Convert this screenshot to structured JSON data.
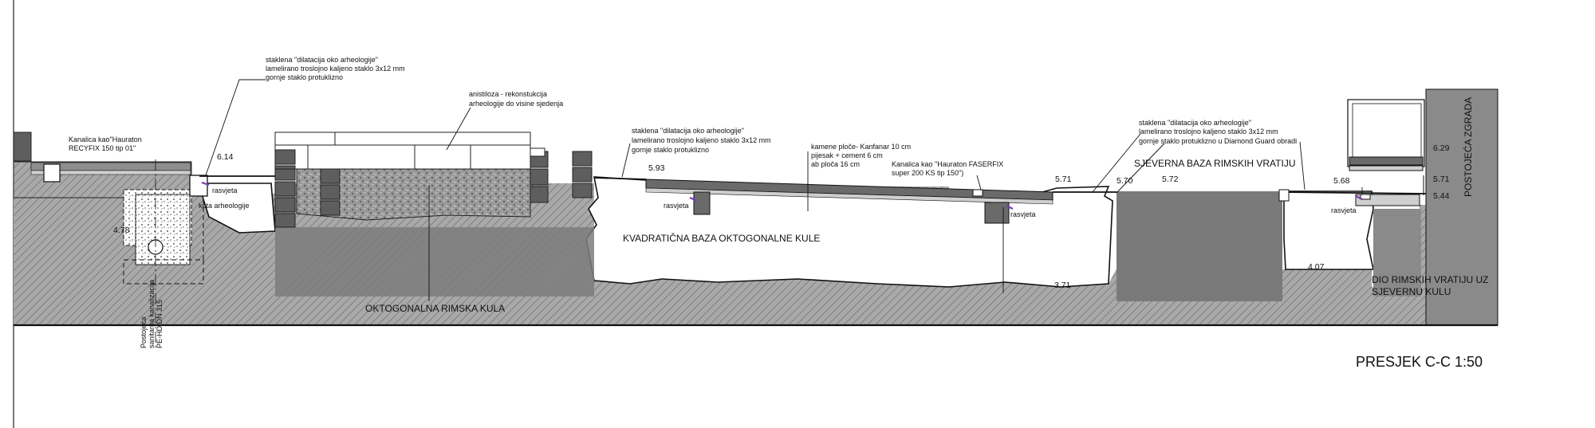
{
  "drawing_title": "PRESJEK C-C 1:50",
  "annotations": {
    "glass_left": [
      "staklena \"dilatacija oko arheologije\"",
      "lamelirano troslojno kaljeno staklo 3x12 mm",
      "gornje staklo protuklizno"
    ],
    "anastylosis": [
      "anistiloza - rekonstukcija",
      "arheologije do visine sjedenja"
    ],
    "glass_mid": [
      "staklena \"dilatacija oko arheologije\"",
      "lamelirano troslojno kaljeno staklo 3x12 mm",
      "gornje staklo protuklizno"
    ],
    "stone_paving": [
      "kamene ploče- Kanfanar 10 cm",
      "pijesak + cement 6 cm",
      "ab ploča 16 cm"
    ],
    "channel_faserfix": [
      "Kanalica kao \"Hauraton FASERFIX",
      "super 200 KS  tip 150\")"
    ],
    "glass_right": [
      "staklena \"dilatacija oko arheologije\"",
      "lamelirano troslojno kaljeno staklo 3x12 mm",
      "gornje staklo protuklizno u Diamond Guard obradi"
    ],
    "channel_recyfix": [
      "Kanalica kao\"Hauraton",
      "RECYFIX 150 tip 01\""
    ],
    "archaeology_level": "kota arheologije",
    "sewer": [
      "Postojeća",
      "sanitarna kanalizacija",
      "PE-HD DN 315"
    ],
    "lighting": "rasvjeta"
  },
  "zones": {
    "octagonal_tower": "OKTOGONALNA RIMSKA KULA",
    "square_base": "KVADRATIČNA BAZA OKTOGONALNE KULE",
    "north_gate_base": "SJEVERNA BAZA RIMSKIH VRATIJU",
    "gate_part": [
      "DIO RIMSKIH VRATIJU UZ",
      "SJEVERNU KULU"
    ],
    "existing_building": "POSTOJEĆA ZGRADA"
  },
  "elevations": {
    "e614": "6.14",
    "e478": "4.78",
    "e593": "5.93",
    "e571a": "5.71",
    "e570": "5.70",
    "e572": "5.72",
    "e568": "5.68",
    "e371": "3.71",
    "e407": "4.07",
    "e629": "6.29",
    "e571b": "5.71",
    "e544": "5.44"
  },
  "colors": {
    "hatch_fill": "#a9a9a9",
    "hatch_line": "#6e6e6e",
    "dark_mass": "#7d7d7d",
    "masonry": "#5e5e5e",
    "accent_lighting": "#7b3fb0"
  }
}
